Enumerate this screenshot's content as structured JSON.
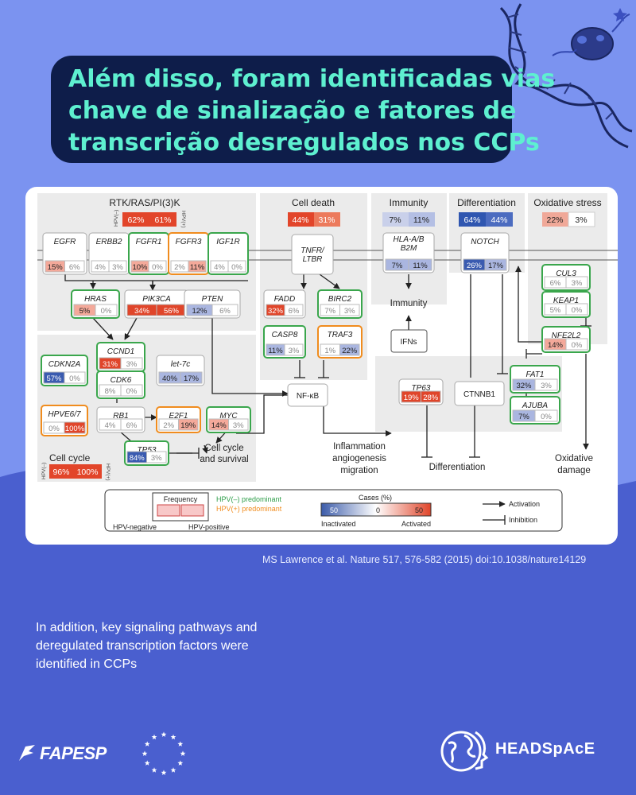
{
  "title": {
    "lines": [
      "Além disso, foram identificadas vias",
      "chave de sinalização e fatores de",
      "transcrição desregulados nos CCPs"
    ]
  },
  "figure": {
    "sections": {
      "rtk": "RTK/RAS/PI(3)K",
      "cell_death": "Cell death",
      "immunity": "Immunity",
      "differentiation": "Differentiation",
      "oxidative_stress": "Oxidative stress",
      "cell_cycle": "Cell cycle"
    },
    "hpv_neg_label": "HPV(–)",
    "hpv_pos_label": "HPV(+)",
    "section_freq": {
      "rtk": [
        "62%",
        "61%"
      ],
      "cell_death": [
        "44%",
        "31%"
      ],
      "immunity": [
        "7%",
        "11%"
      ],
      "differentiation": [
        "64%",
        "44%"
      ],
      "oxidative_stress": [
        "22%",
        "3%"
      ],
      "cell_cycle": [
        "96%",
        "100%"
      ]
    },
    "genes": {
      "EGFR": {
        "name": "EGFR",
        "neg": "15%",
        "pos": "6%"
      },
      "ERBB2": {
        "name": "ERBB2",
        "neg": "4%",
        "pos": "3%"
      },
      "FGFR1": {
        "name": "FGFR1",
        "neg": "10%",
        "pos": "0%"
      },
      "FGFR3": {
        "name": "FGFR3",
        "neg": "2%",
        "pos": "11%"
      },
      "IGF1R": {
        "name": "IGF1R",
        "neg": "4%",
        "pos": "0%"
      },
      "HRAS": {
        "name": "HRAS",
        "neg": "5%",
        "pos": "0%"
      },
      "PIK3CA": {
        "name": "PIK3CA",
        "neg": "34%",
        "pos": "56%"
      },
      "PTEN": {
        "name": "PTEN",
        "neg": "12%",
        "pos": "6%"
      },
      "TNFR": {
        "name": "TNFR/ LTBR"
      },
      "FADD": {
        "name": "FADD",
        "neg": "32%",
        "pos": "6%"
      },
      "BIRC2": {
        "name": "BIRC2",
        "neg": "7%",
        "pos": "3%"
      },
      "CASP8": {
        "name": "CASP8",
        "neg": "11%",
        "pos": "3%"
      },
      "TRAF3": {
        "name": "TRAF3",
        "neg": "1%",
        "pos": "22%"
      },
      "HLA": {
        "name": "HLA-A/B B2M",
        "neg": "7%",
        "pos": "11%"
      },
      "NOTCH": {
        "name": "NOTCH",
        "neg": "26%",
        "pos": "17%"
      },
      "CUL3": {
        "name": "CUL3",
        "neg": "6%",
        "pos": "3%"
      },
      "KEAP1": {
        "name": "KEAP1",
        "neg": "5%",
        "pos": "0%"
      },
      "NFE2L2": {
        "name": "NFE2L2",
        "neg": "14%",
        "pos": "0%"
      },
      "CCND1": {
        "name": "CCND1",
        "neg": "31%",
        "pos": "3%"
      },
      "CDK6": {
        "name": "CDK6",
        "neg": "8%",
        "pos": "0%"
      },
      "CDKN2A": {
        "name": "CDKN2A",
        "neg": "57%",
        "pos": "0%"
      },
      "let7c": {
        "name": "let-7c",
        "neg": "40%",
        "pos": "17%"
      },
      "HPVE67": {
        "name": "HPVE6/7",
        "neg": "0%",
        "pos": "100%"
      },
      "RB1": {
        "name": "RB1",
        "neg": "4%",
        "pos": "6%"
      },
      "E2F1": {
        "name": "E2F1",
        "neg": "2%",
        "pos": "19%"
      },
      "MYC": {
        "name": "MYC",
        "neg": "14%",
        "pos": "3%"
      },
      "TP53": {
        "name": "TP53",
        "neg": "84%",
        "pos": "3%"
      },
      "TP63": {
        "name": "TP63",
        "neg": "19%",
        "pos": "28%"
      },
      "FAT1": {
        "name": "FAT1",
        "neg": "32%",
        "pos": "3%"
      },
      "AJUBA": {
        "name": "AJUBA",
        "neg": "7%",
        "pos": "0%"
      },
      "CTNNB1": {
        "name": "CTNNB1"
      },
      "NFKB": {
        "name": "NF-κB"
      }
    },
    "outcomes": {
      "immunity": "Immunity",
      "ifns": "IFNs",
      "cell_cycle_1": "Cell cycle",
      "cell_cycle_2": "and survival",
      "inflammation_1": "Inflammation",
      "inflammation_2": "angiogenesis",
      "inflammation_3": "migration",
      "differentiation": "Differentiation",
      "oxidative_1": "Oxidative",
      "oxidative_2": "damage"
    },
    "legend": {
      "frequency": "Frequency",
      "hpv_neg_pred": "HPV(–) predominant",
      "hpv_pos_pred": "HPV(+) predominant",
      "hpv_negative": "HPV-negative",
      "hpv_positive": "HPV-positive",
      "cases": "Cases (%)",
      "scale_min": "50",
      "scale_mid": "0",
      "scale_max": "50",
      "inactivated": "Inactivated",
      "activated": "Activated",
      "activation": "Activation",
      "inhibition": "Inhibition"
    }
  },
  "citation": "MS Lawrence et al. Nature 517, 576-582 (2015) doi:10.1038/nature14129",
  "body_text": "In addition, key signaling pathways and deregulated transcription factors were identified in CCPs",
  "logos": {
    "fapesp": "FAPESP",
    "headspace": "HEADSpAcE"
  },
  "colors": {
    "background": "#7b93f0",
    "wave": "#4a5fcf",
    "title_box": "#0e1d4a",
    "title_text": "#5ef0d0",
    "hpv_neg_predominant": "#2e9e4a",
    "hpv_pos_predominant": "#f08c1e",
    "inactivated": "#3b5ba9",
    "activated": "#e0452a"
  }
}
